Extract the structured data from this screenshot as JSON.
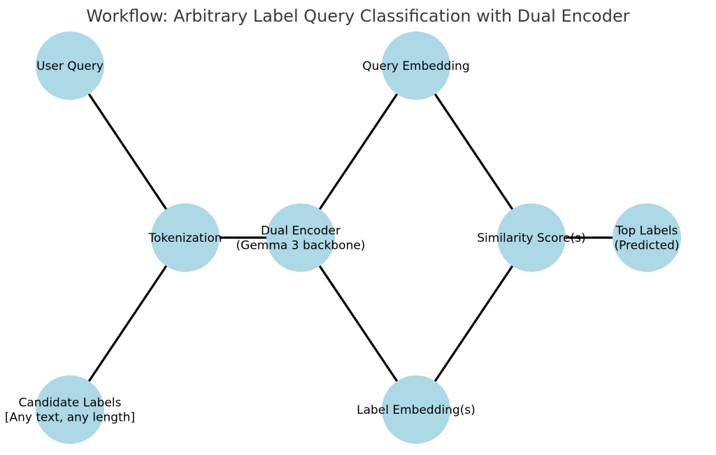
{
  "title": "Workflow: Arbitrary Label Query Classification with Dual Encoder",
  "colors": {
    "node_fill": "#add8e6",
    "edge": "#000000",
    "title_text": "#3a3a3a",
    "label_text": "#000000"
  },
  "nodes": [
    {
      "id": "user-query",
      "lines": [
        "User Query"
      ]
    },
    {
      "id": "candidate-labels",
      "lines": [
        "Candidate Labels",
        "[Any text, any length]"
      ]
    },
    {
      "id": "tokenization",
      "lines": [
        "Tokenization"
      ]
    },
    {
      "id": "dual-encoder",
      "lines": [
        "Dual Encoder",
        "(Gemma 3 backbone)"
      ]
    },
    {
      "id": "query-embedding",
      "lines": [
        "Query Embedding"
      ]
    },
    {
      "id": "label-embedding",
      "lines": [
        "Label Embedding(s)"
      ]
    },
    {
      "id": "similarity-score",
      "lines": [
        "Similarity Score(s)"
      ]
    },
    {
      "id": "top-labels",
      "lines": [
        "Top Labels",
        "(Predicted)"
      ]
    }
  ],
  "edges": [
    {
      "from": "user-query",
      "to": "tokenization"
    },
    {
      "from": "candidate-labels",
      "to": "tokenization"
    },
    {
      "from": "tokenization",
      "to": "dual-encoder"
    },
    {
      "from": "dual-encoder",
      "to": "query-embedding"
    },
    {
      "from": "dual-encoder",
      "to": "label-embedding"
    },
    {
      "from": "query-embedding",
      "to": "similarity-score"
    },
    {
      "from": "label-embedding",
      "to": "similarity-score"
    },
    {
      "from": "similarity-score",
      "to": "top-labels"
    }
  ]
}
